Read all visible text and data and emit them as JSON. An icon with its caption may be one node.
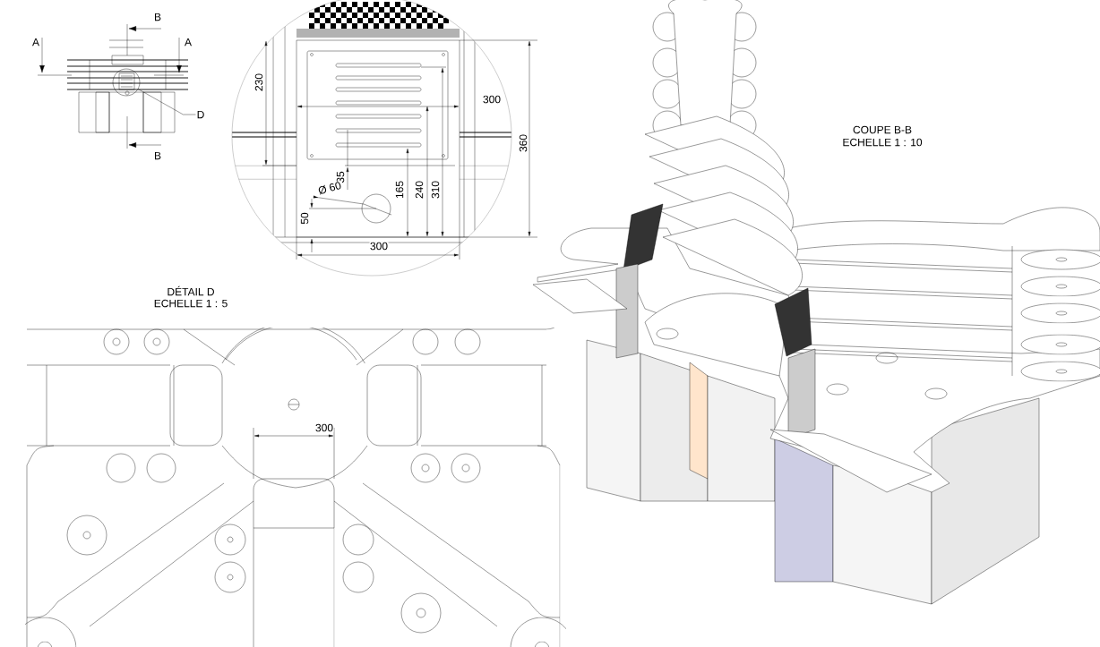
{
  "diagram": {
    "nodes": [
      {
        "text": [
          "D"
        ]
      },
      {
        "text": [],
        "shape": "circle"
      }
    ],
    "edges": [
      {
        "from": 0,
        "to": 1,
        "arrow": "none"
      }
    ],
    "labels": [
      "A",
      "B",
      "A",
      "B",
      "230",
      "300",
      "360",
      "35",
      "Ø 60",
      "165",
      "240",
      "310",
      "50",
      "300",
      "DÉTAIL D",
      "ECHELLE 1 : 5",
      "300",
      "COUPE B-B",
      "ECHELLE 1 : 10"
    ]
  }
}
